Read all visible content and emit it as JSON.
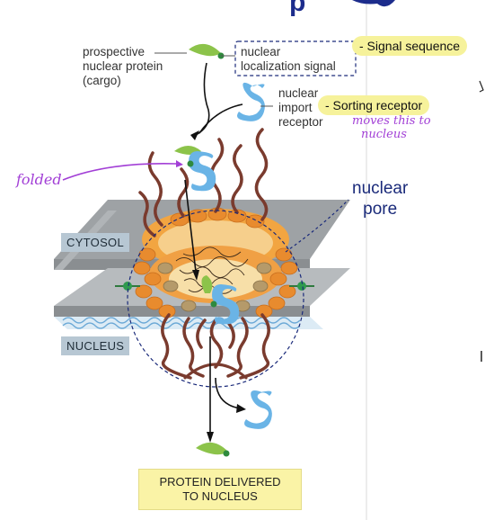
{
  "header": {
    "title_fragment": "p"
  },
  "labels": {
    "cargo": [
      "prospective",
      "nuclear protein",
      "(cargo)"
    ],
    "nls": [
      "nuclear",
      "localization signal"
    ],
    "receptor": [
      "nuclear",
      "import",
      "receptor"
    ],
    "cytosol": "CYTOSOL",
    "nucleus": "NUCLEUS",
    "pore": [
      "nuclear",
      "pore"
    ],
    "caption": [
      "PROTEIN DELIVERED",
      "TO NUCLEUS"
    ]
  },
  "annotations": {
    "signal_sequence": "- Signal sequence",
    "sorting_receptor": "- Sorting receptor",
    "moves_note": [
      "moves this to",
      "nucleus"
    ],
    "folded": "folded"
  },
  "colors": {
    "cargo": "#8cc34a",
    "receptor": "#6ab4e6",
    "fibril": "#7a3b2e",
    "membrane": "#a9adb0",
    "highlight": "#f6f29b",
    "handwriting": "#a23fd6",
    "pore_outline": "#1a2a7a"
  }
}
